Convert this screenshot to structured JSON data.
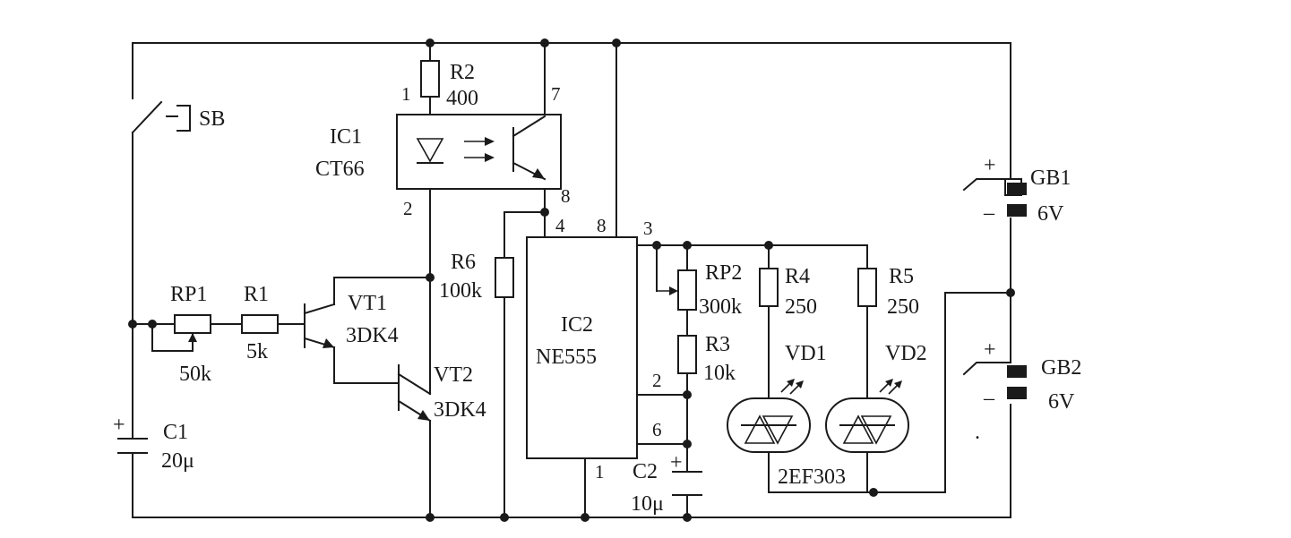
{
  "components": {
    "SB": {
      "ref": "SB"
    },
    "IC1": {
      "ref": "IC1",
      "value": "CT66"
    },
    "R2": {
      "ref": "R2",
      "value": "400"
    },
    "RP1": {
      "ref": "RP1",
      "value": "50k"
    },
    "R1": {
      "ref": "R1",
      "value": "5k"
    },
    "VT1": {
      "ref": "VT1",
      "value": "3DK4"
    },
    "VT2": {
      "ref": "VT2",
      "value": "3DK4"
    },
    "C1": {
      "ref": "C1",
      "value": "20μ",
      "polarity": "+"
    },
    "R6": {
      "ref": "R6",
      "value": "100k"
    },
    "IC2": {
      "ref": "IC2",
      "value": "NE555"
    },
    "RP2": {
      "ref": "RP2",
      "value": "300k"
    },
    "R3": {
      "ref": "R3",
      "value": "10k"
    },
    "C2": {
      "ref": "C2",
      "value": "10μ",
      "polarity": "+"
    },
    "R4": {
      "ref": "R4",
      "value": "250"
    },
    "R5": {
      "ref": "R5",
      "value": "250"
    },
    "VD1": {
      "ref": "VD1"
    },
    "VD2": {
      "ref": "VD2"
    },
    "LED_TYPE": {
      "value": "2EF303"
    },
    "GB1": {
      "ref": "GB1",
      "value": "6V",
      "plus": "+",
      "minus": "–"
    },
    "GB2": {
      "ref": "GB2",
      "value": "6V",
      "plus": "+",
      "minus": "–"
    }
  },
  "pins": {
    "ic1_1": "1",
    "ic1_2": "2",
    "ic1_7": "7",
    "ic1_8": "8",
    "ic2_4": "4",
    "ic2_8": "8",
    "ic2_3": "3",
    "ic2_2": "2",
    "ic2_6": "6",
    "ic2_1": "1"
  },
  "stray_mark": "."
}
